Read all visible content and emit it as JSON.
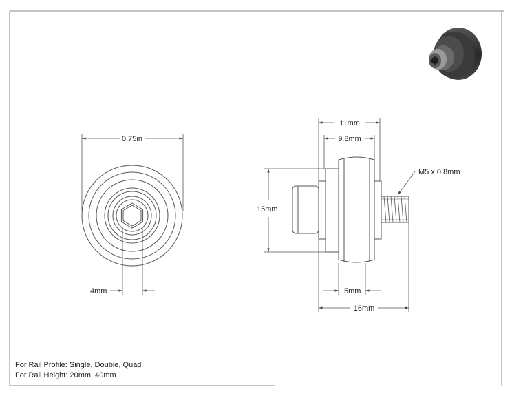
{
  "dimensions": {
    "front_width": "0.75in",
    "front_hex": "4mm",
    "side_overall": "11mm",
    "side_inner": "9.8mm",
    "thread": "M5 x 0.8mm",
    "height": "15mm",
    "hub": "5mm",
    "total_length": "16mm"
  },
  "notes": {
    "rail_profile": "For Rail Profile: Single, Double, Quad",
    "rail_height": "For Rail Height: 20mm, 40mm"
  },
  "colors": {
    "line": "#555555",
    "frame": "#888888",
    "roller_dark": "#3a3a3a",
    "roller_light": "#777777"
  }
}
